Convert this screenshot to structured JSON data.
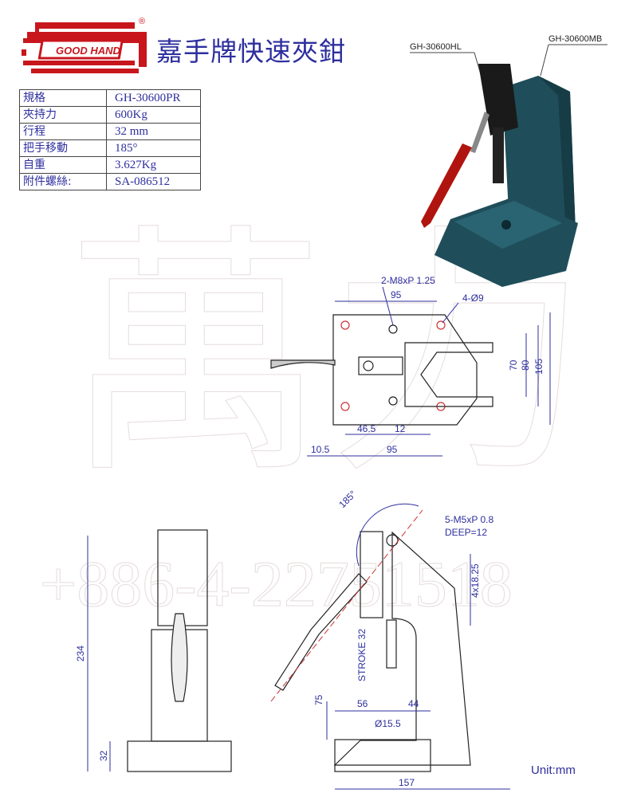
{
  "brand": {
    "logo_text": "GOOD HAND",
    "registered_mark": "®",
    "title": "嘉手牌快速夾鉗"
  },
  "spec_table": [
    {
      "label": "規格",
      "value": "GH-30600PR"
    },
    {
      "label": "夾持力",
      "value": "600Kg"
    },
    {
      "label": "行程",
      "value": "32 mm"
    },
    {
      "label": "把手移動",
      "value": "185°"
    },
    {
      "label": "自重",
      "value": "3.627Kg"
    },
    {
      "label": "附件螺絲:",
      "value": "SA-086512"
    }
  ],
  "render_labels": {
    "clamp": "GH-30600HL",
    "base": "GH-30600MB"
  },
  "watermark": {
    "chars": "萬力",
    "phone": "+886-4-22751518"
  },
  "top_view": {
    "thread_note": "2-M8xP 1.25",
    "hole_note": "4-Ø9",
    "dim_top_95": "95",
    "dim_70": "70",
    "dim_80": "80",
    "dim_105": "105",
    "dim_46_5": "46.5",
    "dim_12": "12",
    "dim_10_5": "10.5",
    "dim_bottom_95": "95"
  },
  "front_view": {
    "dim_234": "234",
    "dim_32": "32"
  },
  "side_view": {
    "angle": "185°",
    "thread_note": "5-M5xP 0.8",
    "depth_note": "DEEP=12",
    "pitch_note": "4x18.25",
    "stroke_note": "STROKE 32",
    "dim_75": "75",
    "dim_56": "56",
    "dim_44": "44",
    "dim_dia": "Ø15.5",
    "dim_157": "157"
  },
  "unit": "Unit:mm",
  "colors": {
    "accent": "#2e2f9e",
    "logo_red": "#c8161d",
    "body_teal": "#1f4e5a",
    "handle_red": "#b0140f"
  }
}
